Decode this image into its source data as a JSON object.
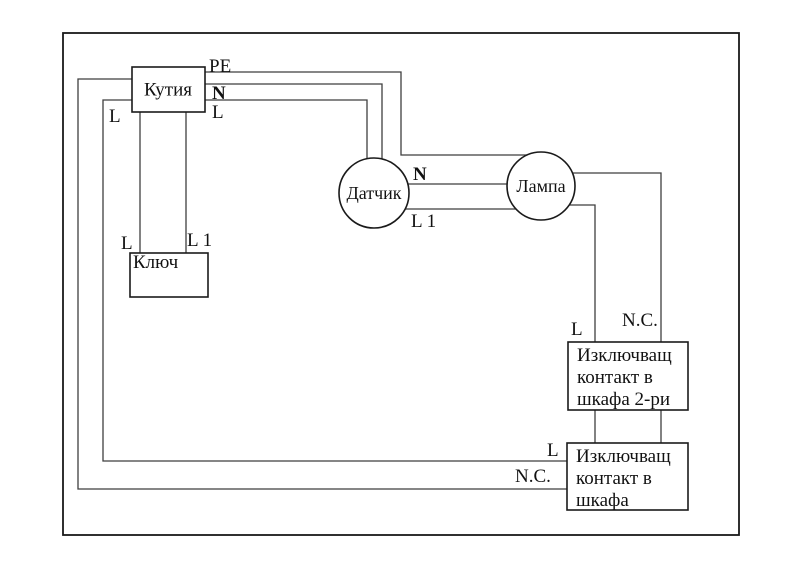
{
  "canvas": {
    "background": "#ffffff",
    "wire_color": "#3f3f3f",
    "outline_color": "#1a1a1a",
    "text_color": "#111111"
  },
  "nodes": {
    "junction_box": {
      "label": "Кутия"
    },
    "sensor": {
      "label": "Датчик"
    },
    "lamp": {
      "label": "Лампа"
    },
    "switch": {
      "label": "Ключ"
    },
    "cutoff_contact_2": {
      "line1": "Изключващ",
      "line2": "контакт в",
      "line3": "шкафа 2-ри"
    },
    "cutoff_contact_1": {
      "line1": "Изключващ",
      "line2": "контакт в",
      "line3": "шкафа"
    }
  },
  "wire_labels": {
    "pe": "PE",
    "n_box": "N",
    "l_box": "L",
    "l_left": "L",
    "n_sensor_lamp": "N",
    "l1_sensor_lamp": "L 1",
    "l_switch": "L",
    "l1_switch": "L 1",
    "l_contact2": "L",
    "nc_contact2": "N.C.",
    "l_contact1": "L",
    "nc_contact1": "N.C."
  }
}
